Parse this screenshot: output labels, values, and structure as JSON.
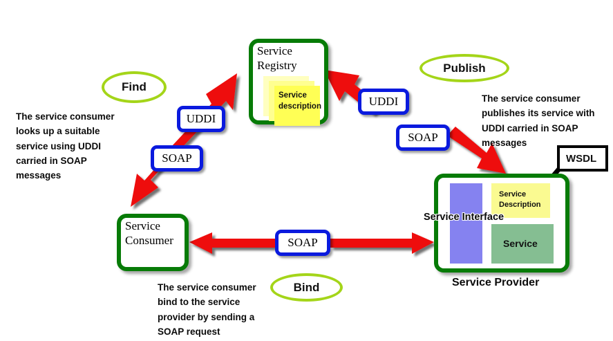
{
  "diagram": {
    "title": "SOAP Web Services Find / Publish / Bind diagram",
    "colors": {
      "box_border_green": "#077B07",
      "badge_border_blue": "#0A1ADE",
      "ellipse_green": "#A4D519",
      "arrow_red": "#EE1111",
      "note_yellow_front": "#FFFF55",
      "note_yellow_mid": "#FFFF88",
      "note_yellow_back": "#FFFFB8",
      "interface_purple": "#8582F0",
      "service_green": "#85BE92",
      "description_yellow": "#FAFA91",
      "callout_black": "#000000"
    }
  },
  "nodes": {
    "registry": {
      "title": "Service\nRegistry",
      "note_text": "Service\ndescription"
    },
    "consumer": {
      "title": "Service\nConsumer"
    },
    "provider": {
      "caption": "Service Provider",
      "interface_label": "Service Interface",
      "description_label": "Service\nDescription",
      "service_label": "Service",
      "callout": "WSDL"
    }
  },
  "badges": {
    "find_uddi": "UDDI",
    "find_soap": "SOAP",
    "publish_uddi": "UDDI",
    "publish_soap": "SOAP",
    "bind_soap": "SOAP"
  },
  "captions": {
    "find": "Find",
    "publish": "Publish",
    "bind": "Bind"
  },
  "descriptions": {
    "find": "The service consumer\nlooks up a suitable\nservice using UDDI\ncarried in SOAP\nmessages",
    "publish": "The service consumer\npublishes its service with\nUDDI carried in SOAP\nmessages",
    "bind": "The service consumer\nbind to the service\nprovider by sending a\nSOAP request"
  }
}
